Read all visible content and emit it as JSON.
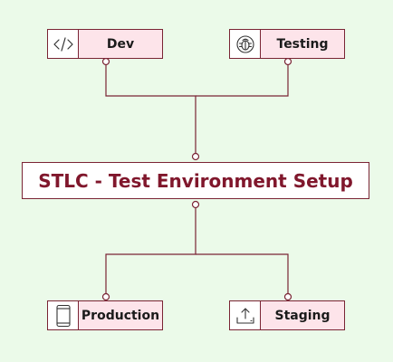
{
  "diagram": {
    "title": "STLC - Test Environment Setup",
    "nodes": {
      "dev": {
        "label": "Dev",
        "icon": "code-icon"
      },
      "testing": {
        "label": "Testing",
        "icon": "bug-icon"
      },
      "production": {
        "label": "Production",
        "icon": "mobile-phone-icon"
      },
      "staging": {
        "label": "Staging",
        "icon": "upload-icon"
      }
    },
    "colors": {
      "background": "#ebfae9",
      "accent": "#80172c",
      "node_fill": "#fde4ea",
      "border": "#7a2434"
    }
  }
}
